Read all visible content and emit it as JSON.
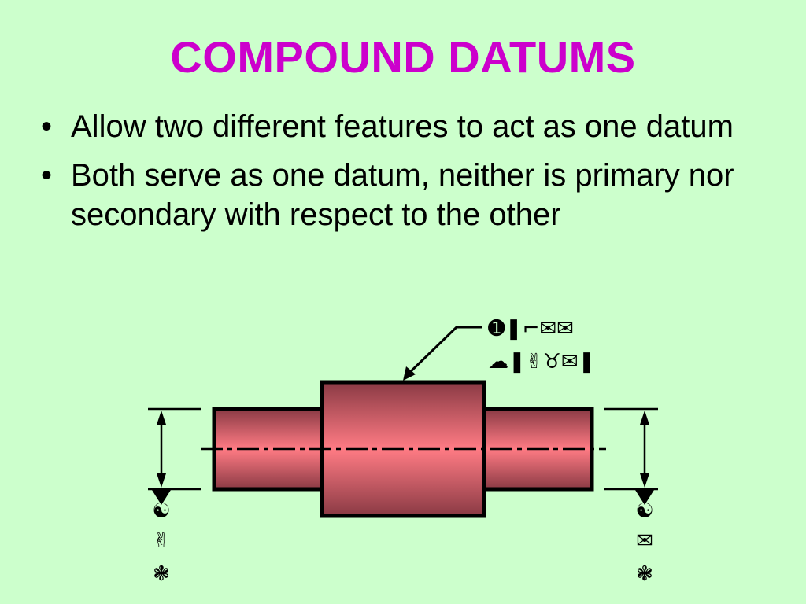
{
  "title": "COMPOUND DATUMS",
  "bullets": [
    "Allow two different features to act as one datum",
    "Both serve as one datum, neither is primary nor secondary with respect to the other"
  ],
  "bullet_marker": "•",
  "diagram": {
    "feature_control_frame": {
      "row1": "➊❚⌐✉✉",
      "row2": "☁❚✌♉✉❚"
    },
    "left_datum": {
      "symbol": "☯",
      "line2": "✌",
      "line3": "❃"
    },
    "right_datum": {
      "symbol": "☯",
      "line2": "✉",
      "line3": "❃"
    },
    "colors": {
      "shaft_edge": "#8a3a44",
      "shaft_mid": "#ff7b84",
      "outline": "#000000",
      "background": "#ccffcc",
      "title": "#cc00cc"
    }
  }
}
